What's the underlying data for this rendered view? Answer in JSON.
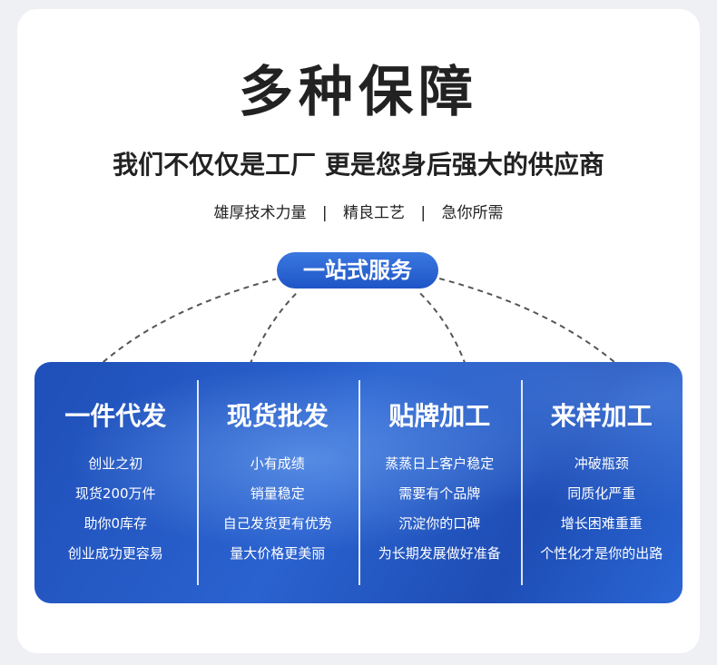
{
  "title": "多种保障",
  "subtitle": "我们不仅仅是工厂 更是您身后强大的供应商",
  "tagline": {
    "items": [
      "雄厚技术力量",
      "精良工艺",
      "急你所需"
    ],
    "separator": "|"
  },
  "service_badge": "一站式服务",
  "columns": [
    {
      "title": "一件代发",
      "items": [
        "创业之初",
        "现货200万件",
        "助你0库存",
        "创业成功更容易"
      ]
    },
    {
      "title": "现货批发",
      "items": [
        "小有成绩",
        "销量稳定",
        "自己发货更有优势",
        "量大价格更美丽"
      ]
    },
    {
      "title": "贴牌加工",
      "items": [
        "蒸蒸日上客户稳定",
        "需要有个品牌",
        "沉淀你的口碑",
        "为长期发展做好准备"
      ]
    },
    {
      "title": "来样加工",
      "items": [
        "冲破瓶颈",
        "同质化严重",
        "增长困难重重",
        "个性化才是你的出路"
      ]
    }
  ],
  "colors": {
    "accent": "#2a62cf",
    "text": "#222222",
    "background": "#ffffff"
  }
}
